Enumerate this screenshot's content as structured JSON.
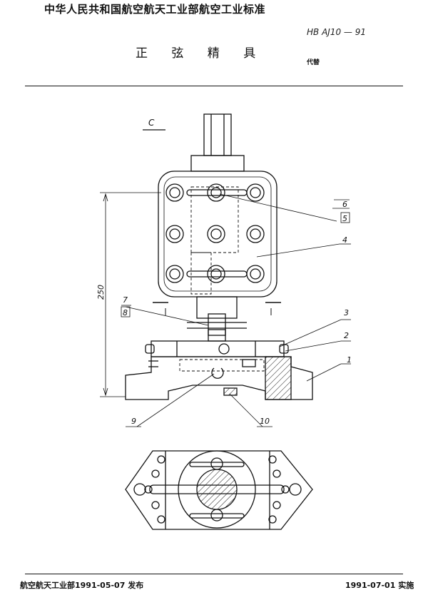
{
  "header": {
    "organization": "中华人民共和国航空航天工业部航空工业标准",
    "title": "正 弦 精 具",
    "standard_no": "HB AJ10 — 91",
    "replaces": "代替"
  },
  "drawing": {
    "view_label": "C",
    "dimension": "250",
    "balloons": [
      "1",
      "2",
      "3",
      "4",
      "5",
      "6",
      "7",
      "8",
      "9",
      "10"
    ]
  },
  "footer": {
    "published": "航空航天工业部1991-05-07  发布",
    "effective": "1991-07-01  实施"
  }
}
